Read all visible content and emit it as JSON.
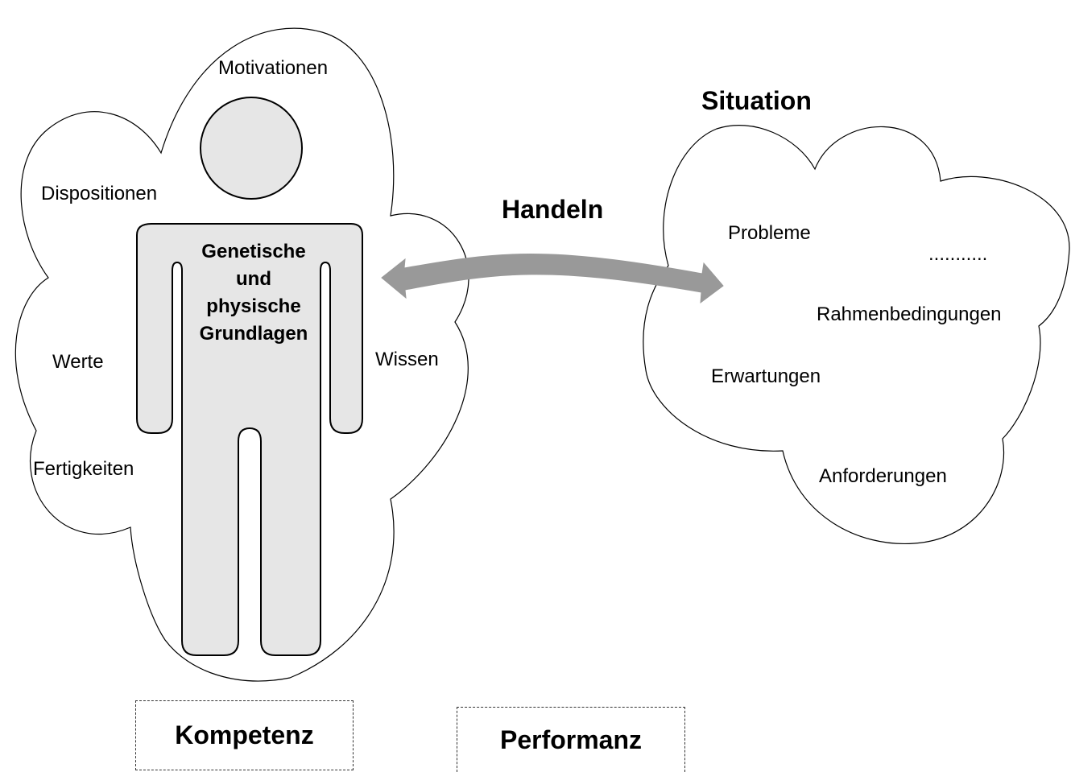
{
  "person_cloud": {
    "labels": [
      "Motivationen",
      "Dispositionen",
      "Werte",
      "Fertigkeiten",
      "Wissen"
    ]
  },
  "figure_text": [
    "Genetische",
    "und",
    "physische",
    "Grundlagen"
  ],
  "action": {
    "label": "Handeln"
  },
  "situation": {
    "title": "Situation",
    "labels": [
      "Probleme",
      "...........",
      "Rahmenbedingungen",
      "Erwartungen",
      "Anforderungen"
    ]
  },
  "boxes": {
    "left": "Kompetenz",
    "right": "Performanz"
  },
  "colors": {
    "figure_fill": "#e6e6e6",
    "arrow": "#999999",
    "stroke": "#000000"
  }
}
